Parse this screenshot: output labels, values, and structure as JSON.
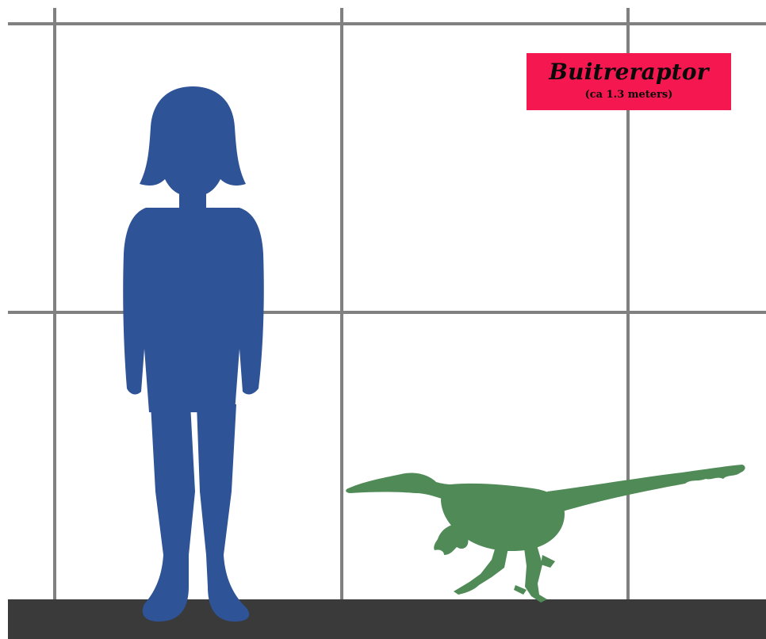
{
  "label": {
    "title": "Buitreraptor",
    "subtitle": "(ca 1.3 meters)"
  },
  "colors": {
    "background": "#ffffff",
    "grid": "#808080",
    "ground": "#3a3a3a",
    "human": "#2f5397",
    "dinosaur": "#4f8a57",
    "label_background": "#f5174f"
  },
  "figures": [
    "human-silhouette",
    "buitreraptor-silhouette"
  ]
}
